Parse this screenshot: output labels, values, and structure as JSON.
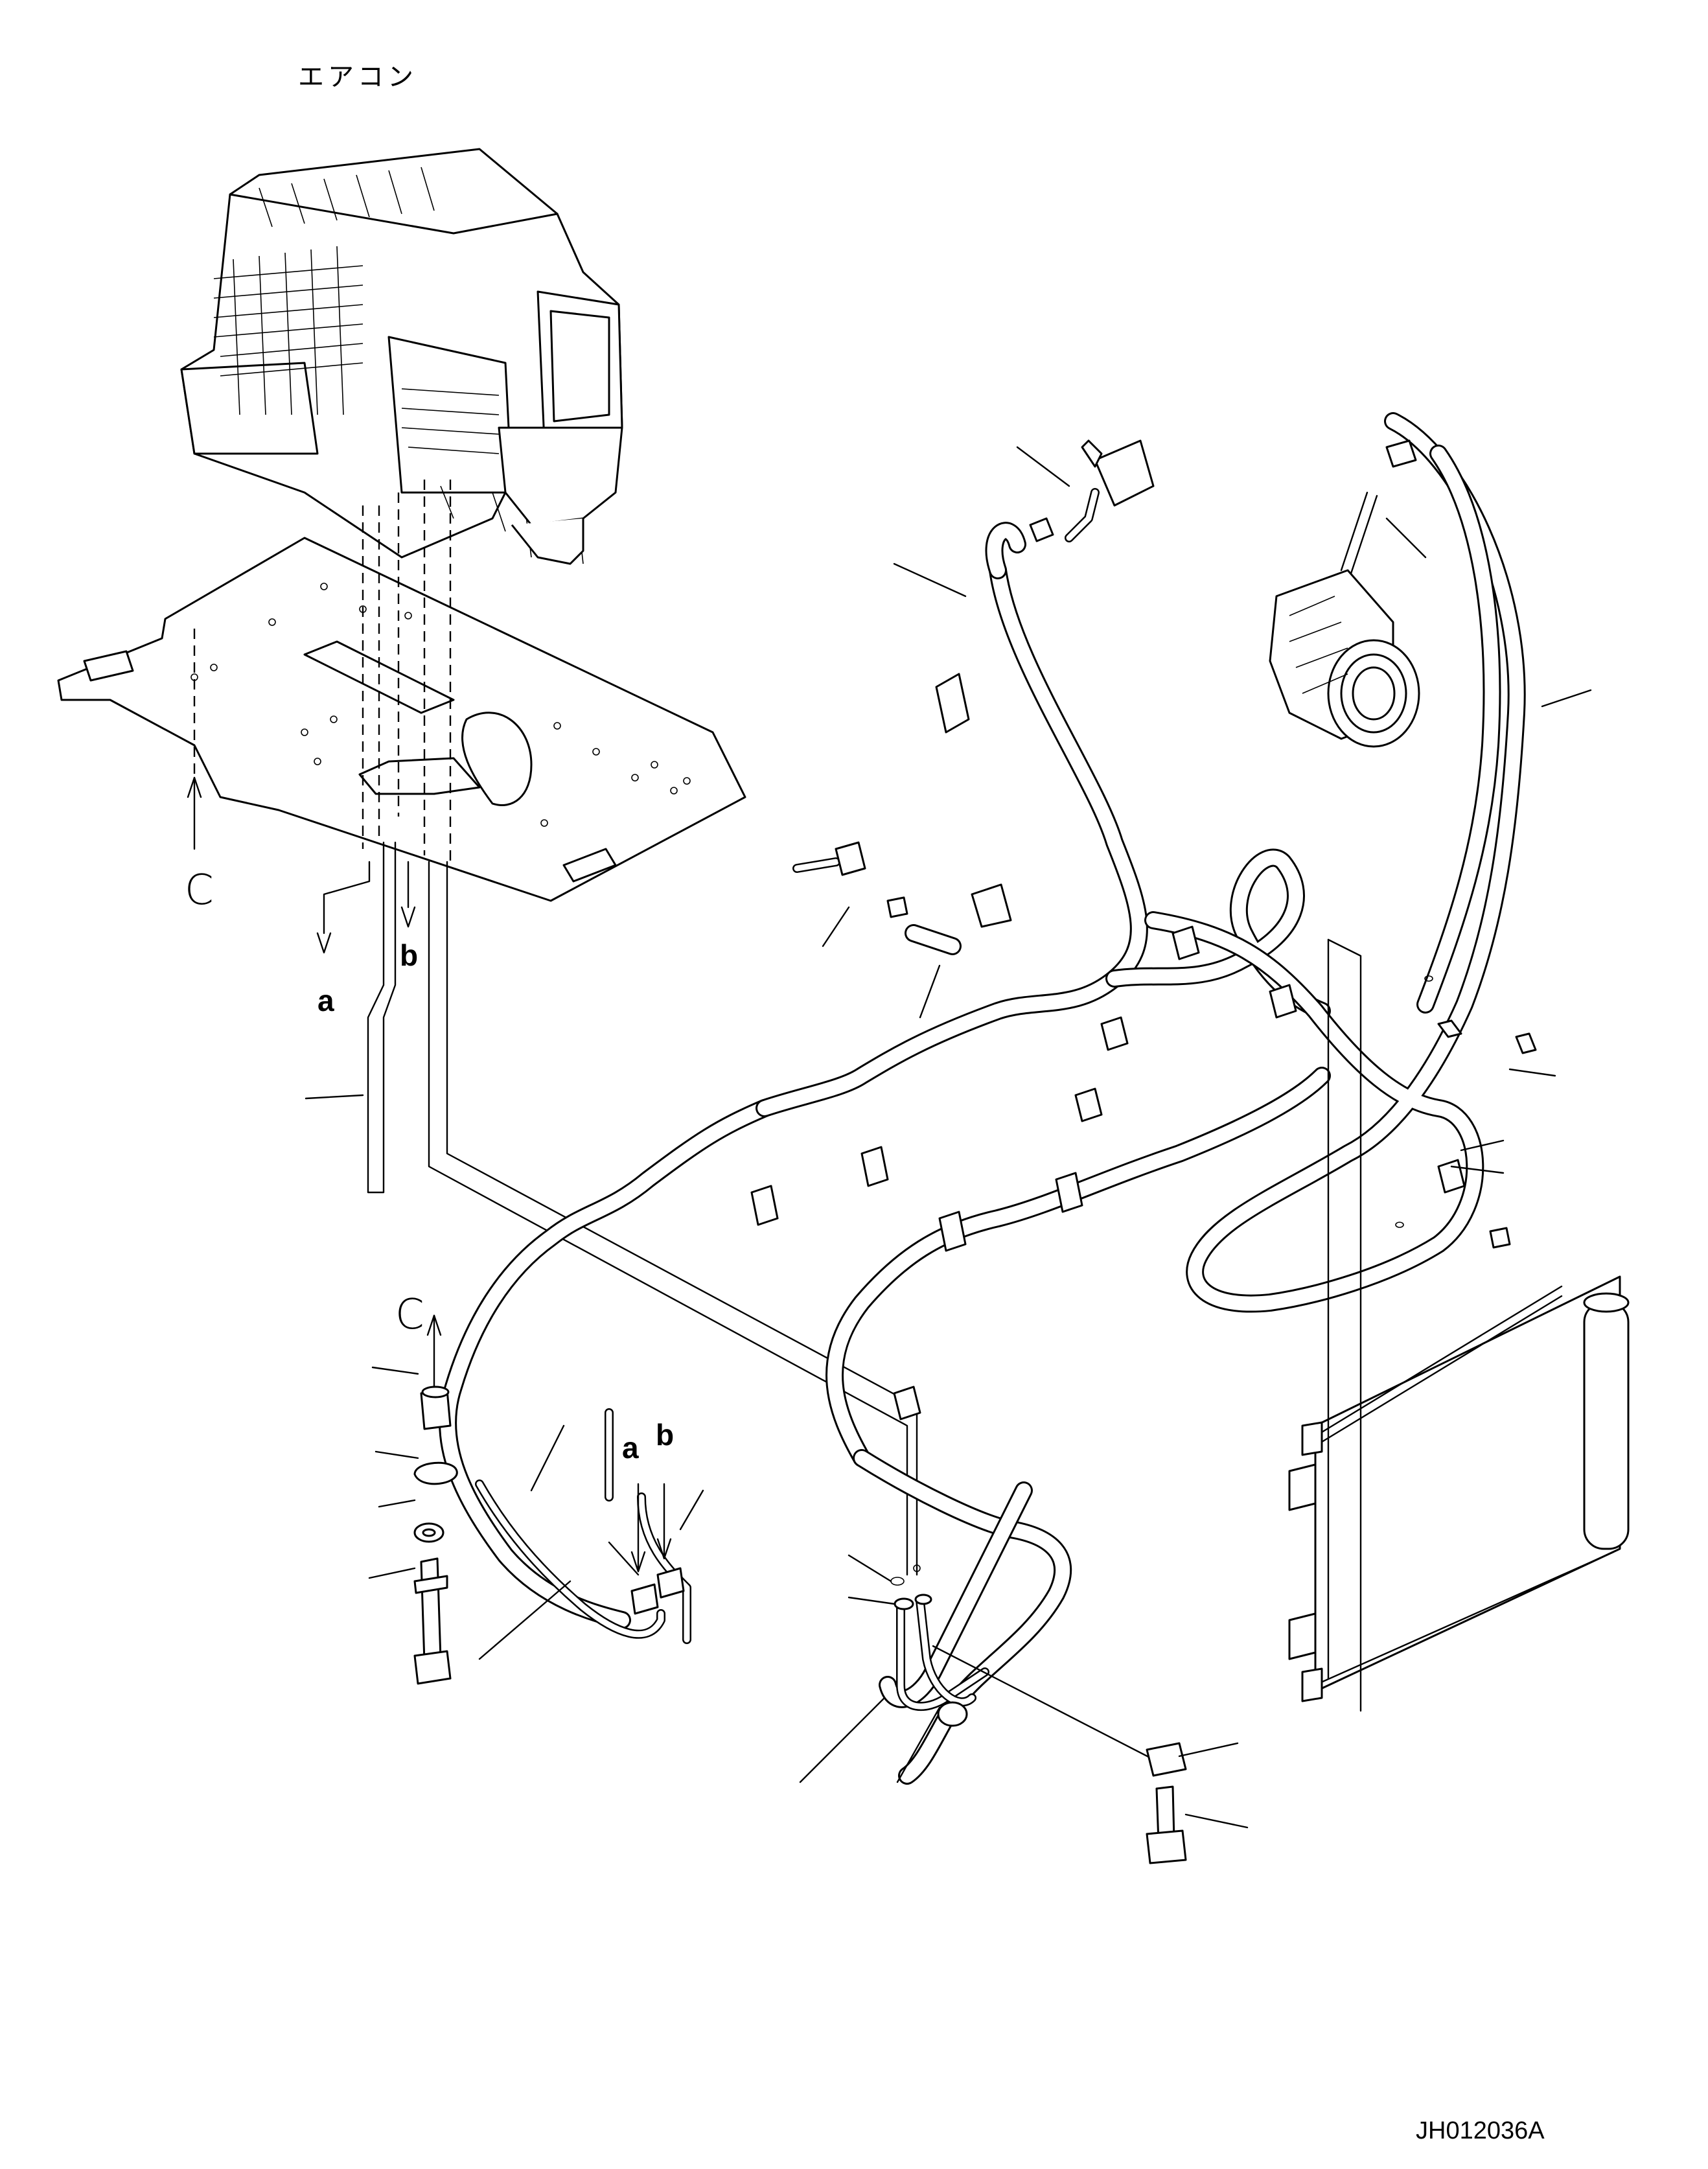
{
  "diagram": {
    "title_jp": "エアコン",
    "view_labels": {
      "c_top": "C",
      "c_bottom": "C"
    },
    "connection_labels": {
      "a_top": "a",
      "b_top": "b",
      "a_bottom": "a",
      "b_bottom": "b"
    },
    "drawing_code": "JH012036A"
  }
}
